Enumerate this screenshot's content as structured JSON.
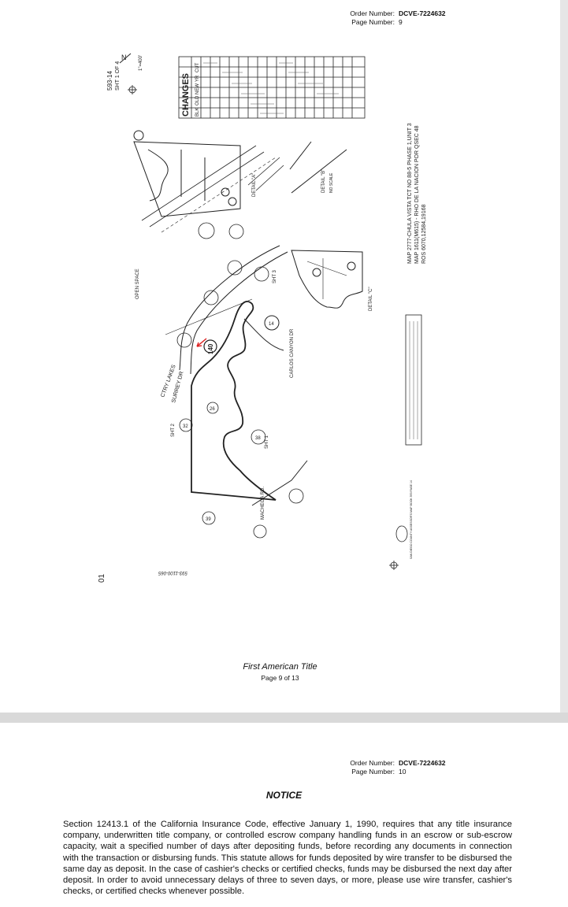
{
  "page1": {
    "order_label": "Order Number:",
    "order_number": "DCVE-7224632",
    "page_label": "Page Number:",
    "page_number": "9",
    "map": {
      "sheet_ref": "593-14",
      "sheet_of": "SHT 1 OF 4",
      "scale": "1\"=400'",
      "changes_title": "CHANGES",
      "changes_headers": [
        "BLK",
        "OLD",
        "NEW",
        "YR",
        "CUT"
      ],
      "road_1": "CTRY LAKES",
      "road_2": "SURREY DR",
      "road_3": "CARLOS CANYON DR",
      "road_4": "MACHEGA RD.",
      "parcel_main": "140",
      "parcel_labels": [
        "32",
        "14",
        "26",
        "39",
        "38"
      ],
      "sheet_labels": [
        "SHT 2",
        "SHT 3",
        "SHT 1"
      ],
      "open_space": "OPEN SPACE",
      "detail_a": "DETAIL \"A\"",
      "detail_b": "DETAIL \"B\"",
      "detail_c": "DETAIL \"C\"",
      "no_scale": "NO SCALE",
      "map_title_1": "MAP 2777-CHULA VISTA TCT NO 88-5 PHASE 1,UNIT 3",
      "map_title_2": "MAP 1611(M615) - RHO DE LA NACION POR QSEC 48",
      "map_title_3": "ROS 6070,12584,19168",
      "stamp": "SAN DIEGO COUNTY ASSESSOR'S MAP BOOK 593 PAGE 14",
      "margin_num": "01",
      "handwritten": "593-1100-065"
    },
    "footer_title": "First American Title",
    "footer_page": "Page 9 of 13"
  },
  "page2": {
    "order_label": "Order Number:",
    "order_number": "DCVE-7224632",
    "page_label": "Page Number:",
    "page_number": "10",
    "notice_title": "NOTICE",
    "notice_body": "Section 12413.1 of the California Insurance Code, effective January 1, 1990, requires that any title insurance company, underwritten title company, or controlled escrow company handling funds in an escrow or sub-escrow capacity, wait a specified number of days after depositing funds, before recording any documents in connection with the transaction or disbursing funds. This statute allows for funds deposited by wire transfer to be disbursed the same day as deposit. In the case of cashier's checks or certified checks, funds may be disbursed the next day after deposit. In order to avoid unnecessary delays of three to seven days, or more, please use wire transfer, cashier's checks, or certified checks whenever possible."
  }
}
